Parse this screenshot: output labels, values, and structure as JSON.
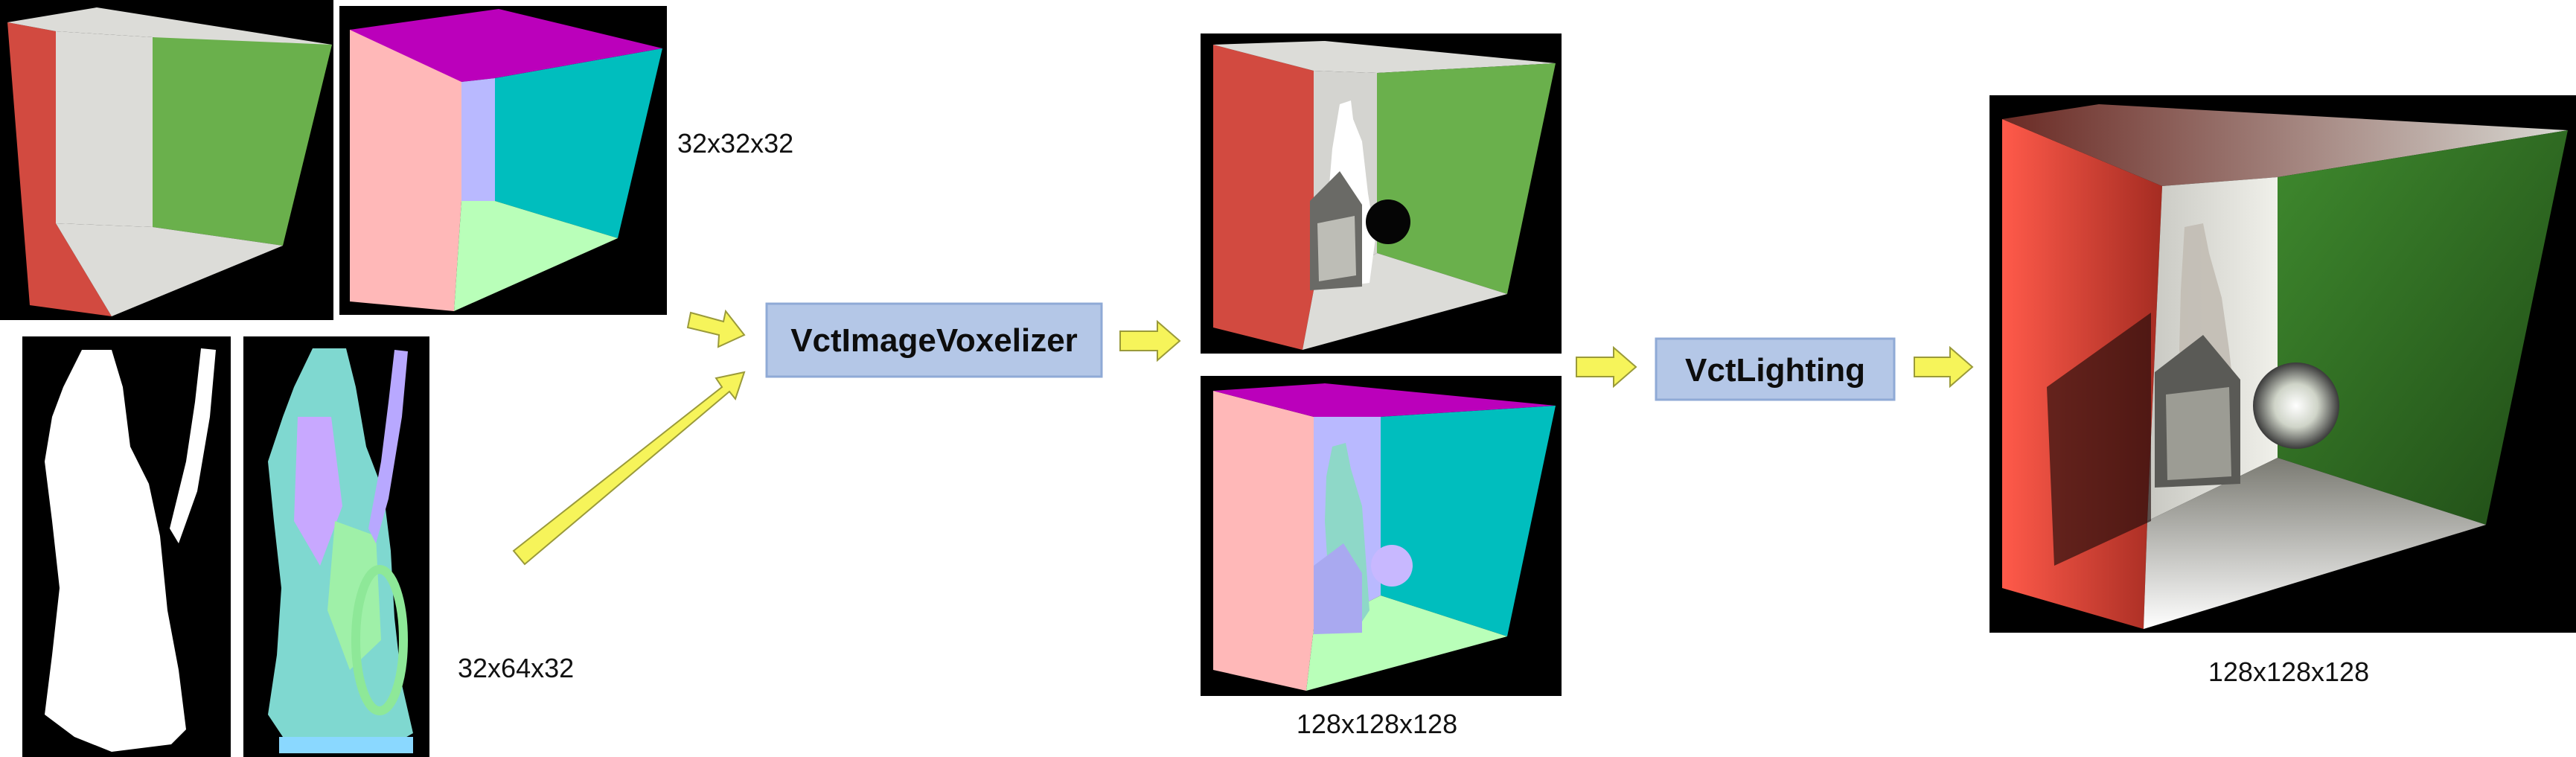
{
  "labels": {
    "dim_input_cube": "32x32x32",
    "dim_input_statue": "32x64x32",
    "dim_voxel_grid": "128x128x128",
    "dim_output": "128x128x128"
  },
  "nodes": {
    "voxelizer": "VctImageVoxelizer",
    "lighting": "VctLighting"
  },
  "colors": {
    "red_wall": "#d24a40",
    "green_wall": "#6ab04c",
    "gray_wall": "#dcdcd8",
    "pink_normal": "#ffb8b8",
    "magenta_normal": "#bb00bb",
    "cyan_normal": "#00bebe",
    "lightgreen_normal": "#b9ffb9",
    "lavender_normal": "#b9b9ff",
    "arrow_yellow": "#f6f45a",
    "box_blue": "#b4c7e7"
  }
}
